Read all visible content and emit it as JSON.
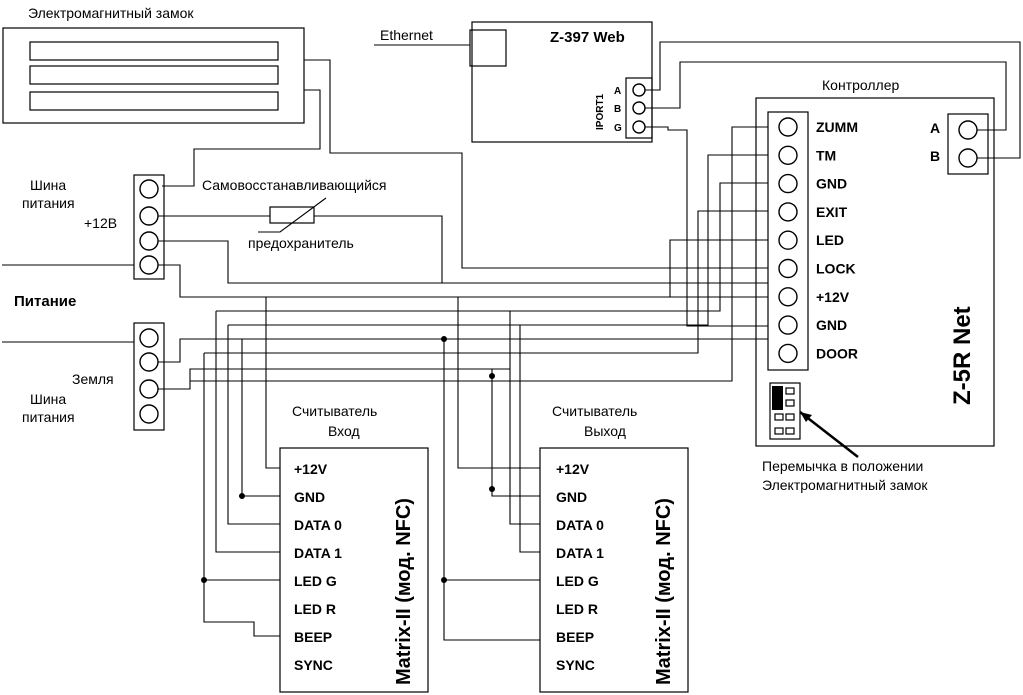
{
  "lock": {
    "title": "Электромагнитный замок"
  },
  "web_module": {
    "ethernet_label": "Ethernet",
    "title": "Z-397 Web",
    "port_label": "IPORT1",
    "pins": [
      "A",
      "B",
      "G"
    ]
  },
  "controller": {
    "title": "Контроллер",
    "model": "Z-5R Net",
    "pins": [
      "ZUMM",
      "TM",
      "GND",
      "EXIT",
      "LED",
      "LOCK",
      "+12V",
      "GND",
      "DOOR"
    ],
    "ab_pins": [
      "A",
      "B"
    ],
    "jumper_note_line1": "Перемычка в положении",
    "jumper_note_line2": "Электромагнитный замок"
  },
  "power": {
    "bus_top_label_line1": "Шина",
    "bus_top_label_line2": "питания",
    "plus12": "+12В",
    "fuse_label_line1": "Самовосстанавливающийся",
    "fuse_label_line2": "предохранитель",
    "supply_label": "Питание",
    "ground_label": "Земля",
    "bus_bottom_label_line1": "Шина",
    "bus_bottom_label_line2": "питания"
  },
  "reader_in": {
    "caption_line1": "Считыватель",
    "caption_line2": "Вход",
    "model": "Matrix-II (мод. NFC)",
    "pins": [
      "+12V",
      "GND",
      "DATA 0",
      "DATA 1",
      "LED G",
      "LED R",
      "BEEP",
      "SYNC"
    ]
  },
  "reader_out": {
    "caption_line1": "Считыватель",
    "caption_line2": "Выход",
    "model": "Matrix-II (мод. NFC)",
    "pins": [
      "+12V",
      "GND",
      "DATA 0",
      "DATA 1",
      "LED G",
      "LED R",
      "BEEP",
      "SYNC"
    ]
  }
}
